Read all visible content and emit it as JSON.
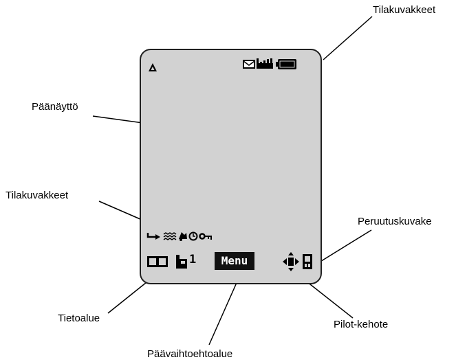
{
  "callouts": {
    "status_icons_top": "Tilakuvakkeet",
    "main_display": "Päänäyttö",
    "status_icons_bottom": "Tilakuvakkeet",
    "back_icon": "Peruutuskuvake",
    "info_area": "Tietoalue",
    "pilot_prompt": "Pilot-kehote",
    "main_option_area": "Päävaihtoehtoalue"
  },
  "screen": {
    "menu_label": "Menu",
    "line_number": "1",
    "background_color": "#d2d2d2",
    "icons_top_right": [
      "envelope-icon",
      "signal-strength-icon",
      "battery-icon"
    ],
    "icon_top_left": "alert-triangle-icon",
    "icons_bottom_row": [
      "call-forward-icon",
      "vibrate-icon",
      "ringer-icon",
      "alarm-clock-icon",
      "keylock-icon"
    ],
    "icons_info": [
      "phonebook-icon",
      "phone-line-icon"
    ],
    "icons_pilot": [
      "navigation-arrows-icon",
      "back-phone-icon"
    ]
  }
}
